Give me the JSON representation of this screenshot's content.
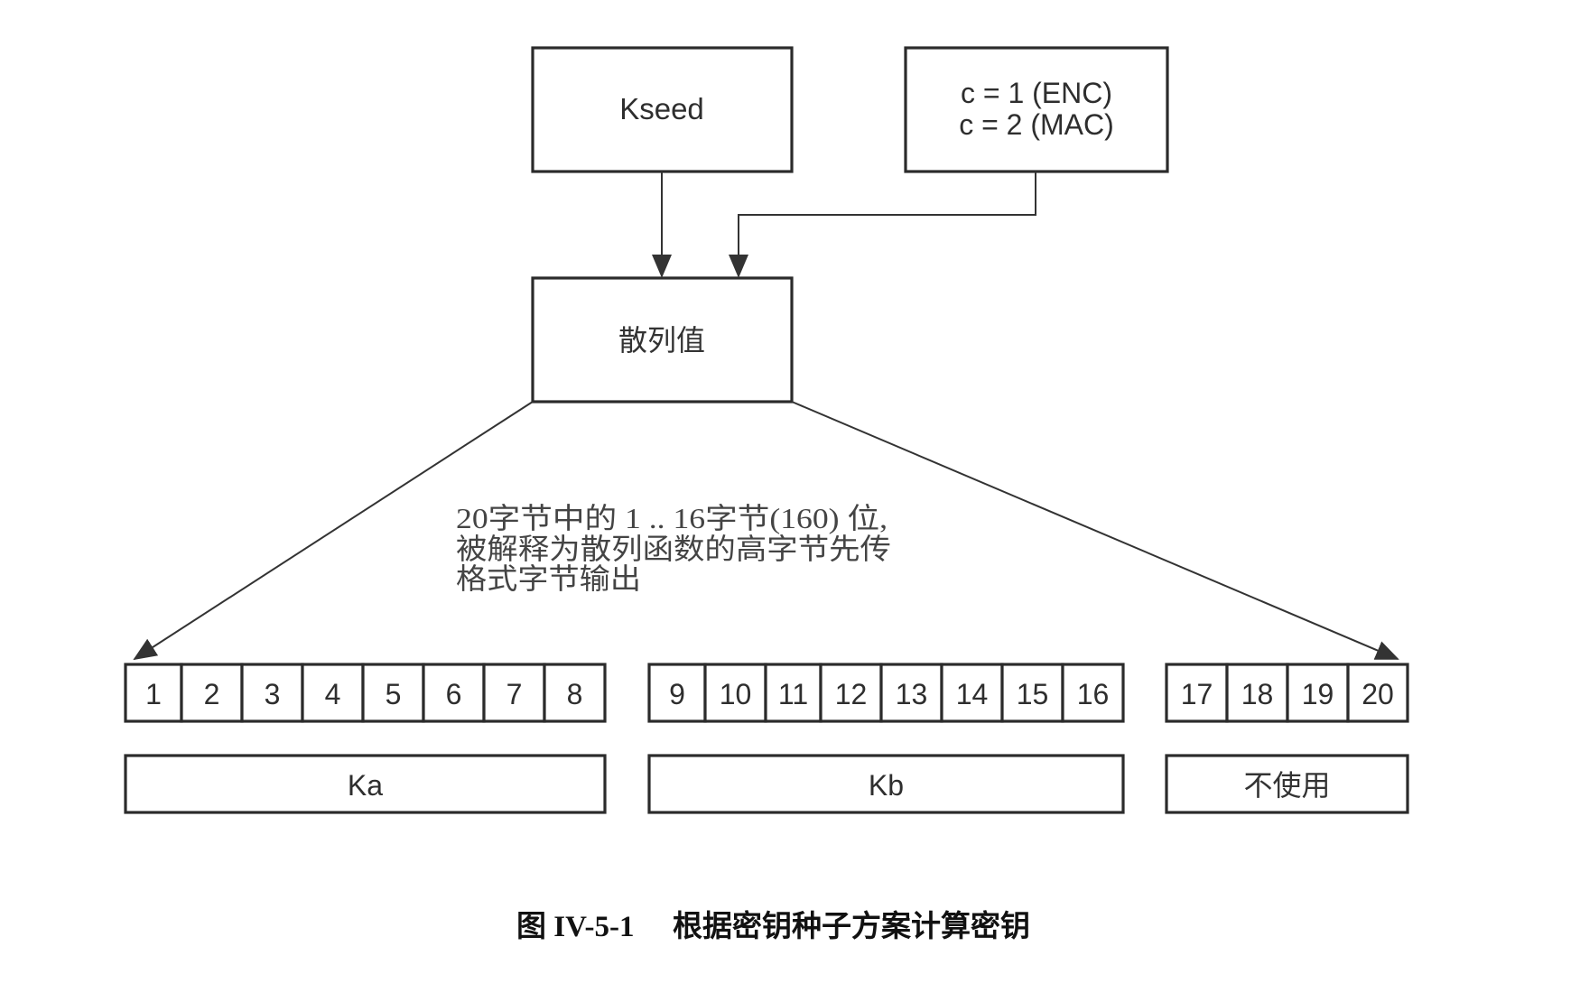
{
  "nodes": {
    "kseed": "Kseed",
    "counter_line1": "c = 1 (ENC)",
    "counter_line2": "c = 2 (MAC)",
    "hash": "散列值"
  },
  "annotation": {
    "line1": "20字节中的 1 .. 16字节(160) 位,",
    "line2": "被解释为散列函数的高字节先传",
    "line3": "格式字节输出"
  },
  "byte_groups": [
    {
      "bytes": [
        "1",
        "2",
        "3",
        "4",
        "5",
        "6",
        "7",
        "8"
      ],
      "label": "Ka"
    },
    {
      "bytes": [
        "9",
        "10",
        "11",
        "12",
        "13",
        "14",
        "15",
        "16"
      ],
      "label": "Kb"
    },
    {
      "bytes": [
        "17",
        "18",
        "19",
        "20"
      ],
      "label": "不使用"
    }
  ],
  "caption": {
    "number": "图 IV-5-1",
    "title": "根据密钥种子方案计算密钥"
  }
}
